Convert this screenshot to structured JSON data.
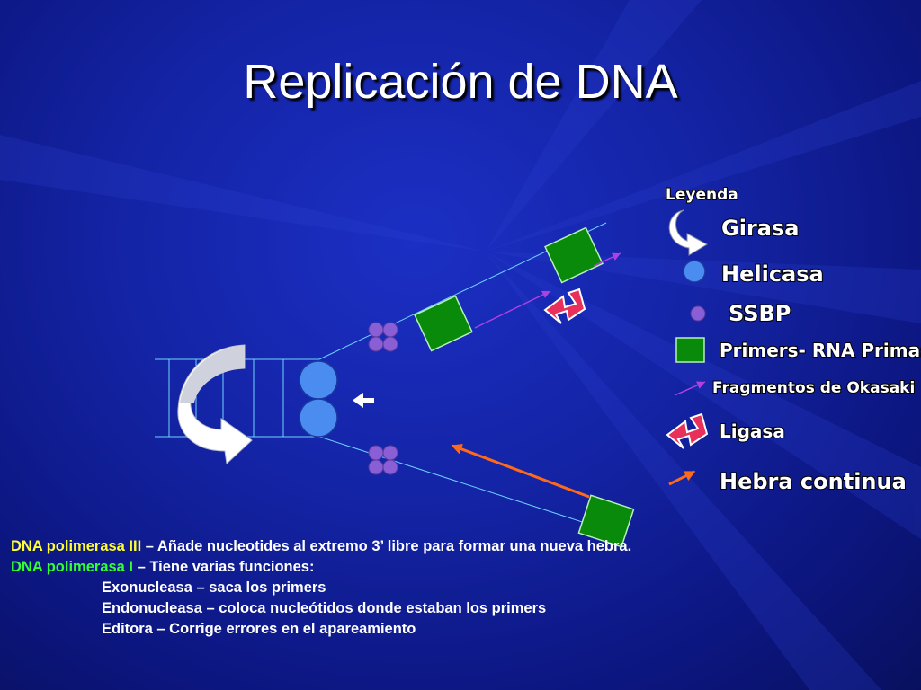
{
  "title": "Replicación de DNA",
  "legend": {
    "heading": "Leyenda",
    "items": [
      {
        "label": "Girasa",
        "icon": "gyrase-arrow-icon"
      },
      {
        "label": "Helicasa",
        "icon": "helicase-circle-icon"
      },
      {
        "label": "SSBP",
        "icon": "ssbp-dot-icon"
      },
      {
        "label": "Primers- RNA Primasa",
        "icon": "primer-square-icon"
      },
      {
        "label": "Fragmentos de Okasaki",
        "icon": "okazaki-arrow-icon"
      },
      {
        "label": "Ligasa",
        "icon": "ligase-icon"
      },
      {
        "label": "Hebra continua",
        "icon": "continuous-strand-arrow-icon"
      }
    ]
  },
  "notes": {
    "pol3_name": "DNA polimerasa III",
    "pol3_desc": " – Añade nucleotides al extremo 3’ libre para formar una nueva hebra.",
    "pol1_name": "DNA polimerasa I",
    "pol1_desc": " – Tiene varias funciones:",
    "functions": [
      "Exonucleasa – saca los primers",
      "Endonucleasa – coloca nucleótidos donde estaban los primers",
      "Editora – Corrige errores en el apareamiento"
    ]
  },
  "colors": {
    "background": "#1424a6",
    "helicase": "#4a8cf0",
    "ssbp": "#8a5fd6",
    "primer": "#0a8a0a",
    "okazaki": "#b040e0",
    "ligase": "#e8305a",
    "continuous": "#ff6a1a",
    "dna_strand": "#6fd4ff",
    "gyrase": "#cfd2dc",
    "pol3_label": "#ffff33",
    "pol1_label": "#33ff33"
  }
}
